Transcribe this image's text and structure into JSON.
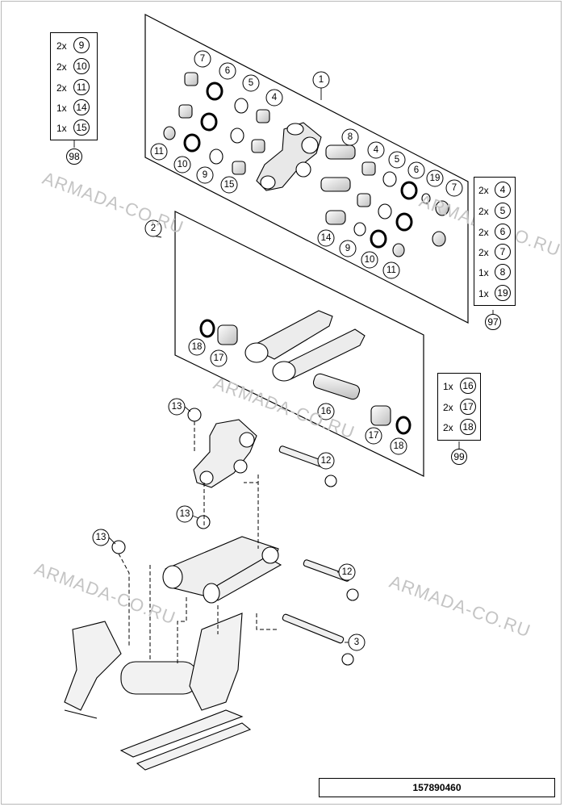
{
  "callouts": {
    "c1": "1",
    "c2": "2",
    "c3": "3",
    "c4a": "4",
    "c4b": "4",
    "c5a": "5",
    "c5b": "5",
    "c6a": "6",
    "c6b": "6",
    "c7a": "7",
    "c7b": "7",
    "c8": "8",
    "c9a": "9",
    "c9b": "9",
    "c10a": "10",
    "c10b": "10",
    "c11a": "11",
    "c11b": "11",
    "c12a": "12",
    "c12b": "12",
    "c13a": "13",
    "c13b": "13",
    "c13c": "13",
    "c14": "14",
    "c15": "15",
    "c16": "16",
    "c17a": "17",
    "c17b": "17",
    "c18a": "18",
    "c18b": "18",
    "c19": "19"
  },
  "kits": {
    "k98": {
      "ref": "98",
      "rows": [
        {
          "qty": "2x",
          "part": "9"
        },
        {
          "qty": "2x",
          "part": "10"
        },
        {
          "qty": "2x",
          "part": "11"
        },
        {
          "qty": "1x",
          "part": "14"
        },
        {
          "qty": "1x",
          "part": "15"
        }
      ]
    },
    "k97": {
      "ref": "97",
      "rows": [
        {
          "qty": "2x",
          "part": "4"
        },
        {
          "qty": "2x",
          "part": "5"
        },
        {
          "qty": "2x",
          "part": "6"
        },
        {
          "qty": "2x",
          "part": "7"
        },
        {
          "qty": "1x",
          "part": "8"
        },
        {
          "qty": "1x",
          "part": "19"
        }
      ]
    },
    "k99": {
      "ref": "99",
      "rows": [
        {
          "qty": "1x",
          "part": "16"
        },
        {
          "qty": "2x",
          "part": "17"
        },
        {
          "qty": "2x",
          "part": "18"
        }
      ]
    }
  },
  "watermark": "ARMADA-CO.RU",
  "drawing_number": "157890460",
  "colors": {
    "line": "#000000",
    "watermark": "#c4c4c4",
    "part_fill": "#f2f2f2"
  }
}
